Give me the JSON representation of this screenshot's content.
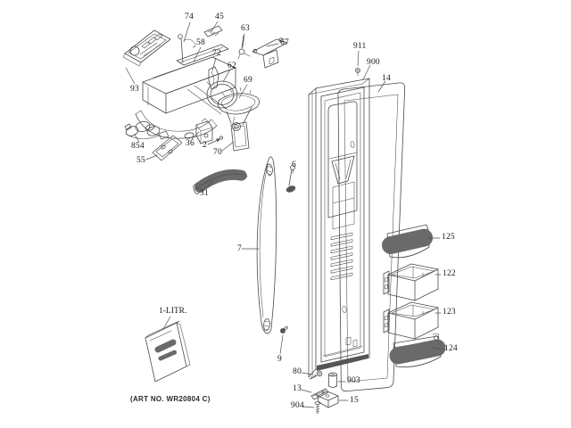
{
  "diagram": {
    "title_note": "(ART NO. WR20804 C)",
    "capacity_label": "1-LITR.",
    "callouts": [
      {
        "label": "74"
      },
      {
        "label": "45"
      },
      {
        "label": "58"
      },
      {
        "label": "72"
      },
      {
        "label": "63"
      },
      {
        "label": "67"
      },
      {
        "label": "62"
      },
      {
        "label": "69"
      },
      {
        "label": "93"
      },
      {
        "label": "854"
      },
      {
        "label": "55"
      },
      {
        "label": "36"
      },
      {
        "label": "2"
      },
      {
        "label": "70"
      },
      {
        "label": "31"
      },
      {
        "label": "7"
      },
      {
        "label": "6"
      },
      {
        "label": "9"
      },
      {
        "label": "911"
      },
      {
        "label": "900"
      },
      {
        "label": "14"
      },
      {
        "label": "125"
      },
      {
        "label": "122"
      },
      {
        "label": "123"
      },
      {
        "label": "124"
      },
      {
        "label": "80"
      },
      {
        "label": "903"
      },
      {
        "label": "13"
      },
      {
        "label": "15"
      },
      {
        "label": "904"
      }
    ]
  }
}
